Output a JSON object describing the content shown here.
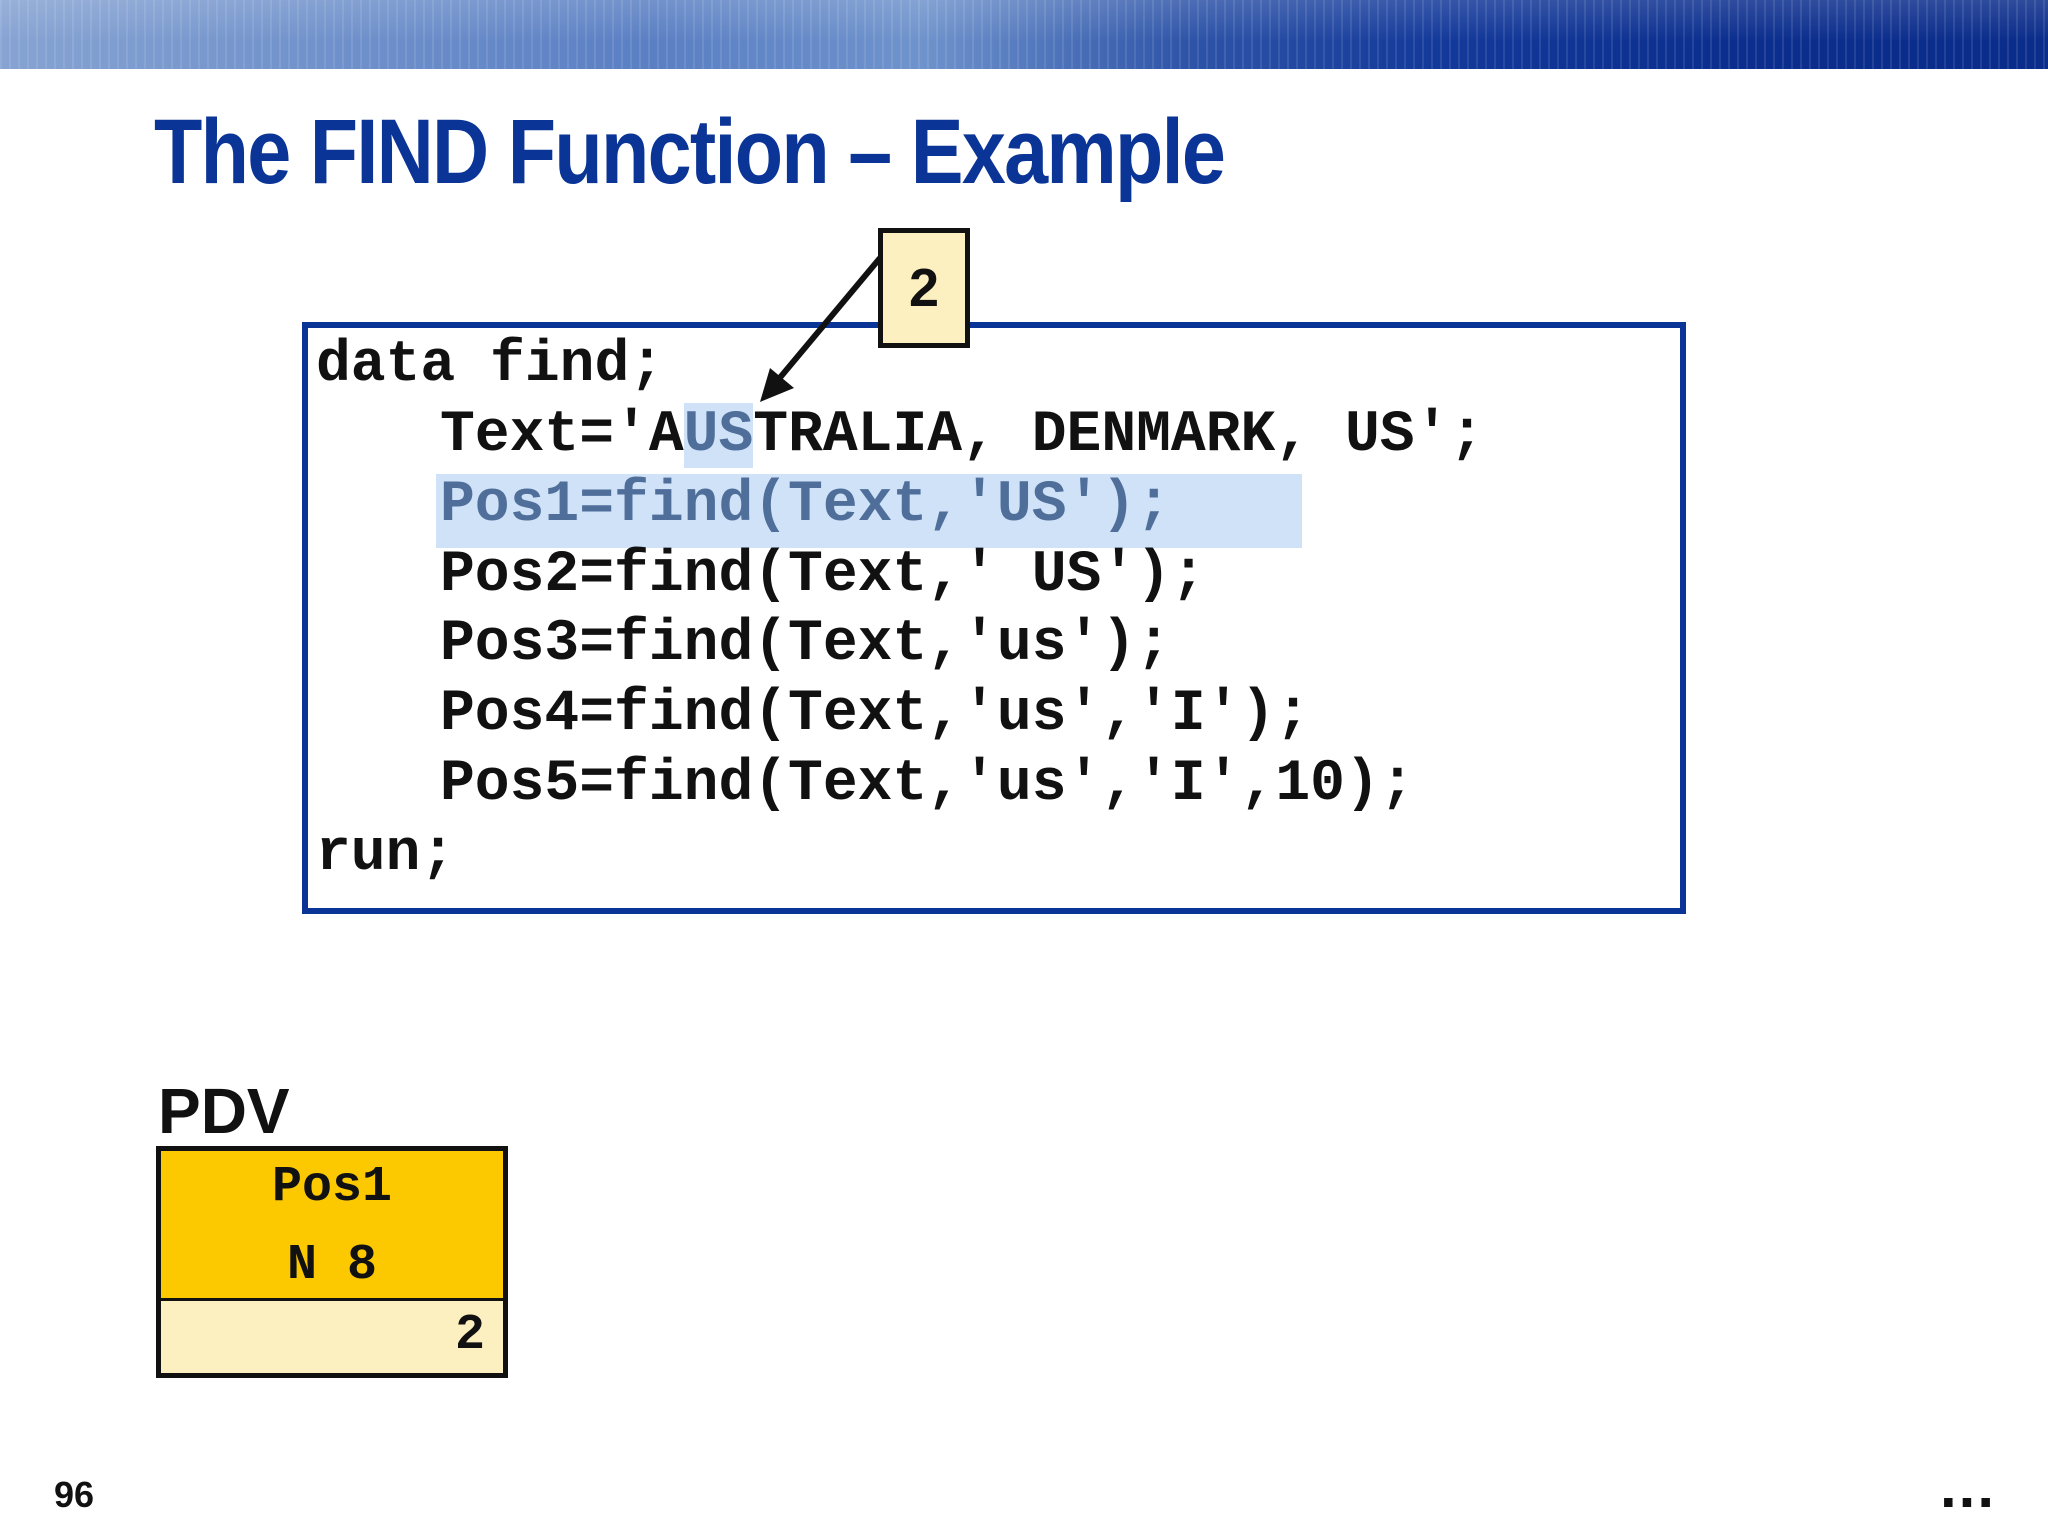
{
  "slide": {
    "title": "The FIND Function – Example",
    "page_number": "96",
    "continuation": "..."
  },
  "code": {
    "lines": [
      "data find;",
      "Text='AUSTRALIA, DENMARK, US';",
      "Pos1=find(Text,'US');",
      "Pos2=find(Text,' US');",
      "Pos3=find(Text,'us');",
      "Pos4=find(Text,'us','I');",
      "Pos5=find(Text,'us','I',10);",
      "run;"
    ],
    "line1_parts": {
      "before": "Text='A",
      "match": "US",
      "after": "TRALIA, DENMARK, US';"
    },
    "highlighted_line_index": 2
  },
  "callout": {
    "value": "2"
  },
  "pdv": {
    "label": "PDV",
    "variable": "Pos1",
    "type": "N 8",
    "value": "2"
  },
  "colors": {
    "title": "#0b3497",
    "border": "#0b3497",
    "highlight": "#cfe2f8",
    "pdv_header": "#fcc800",
    "pdv_value": "#fdf0c0"
  }
}
